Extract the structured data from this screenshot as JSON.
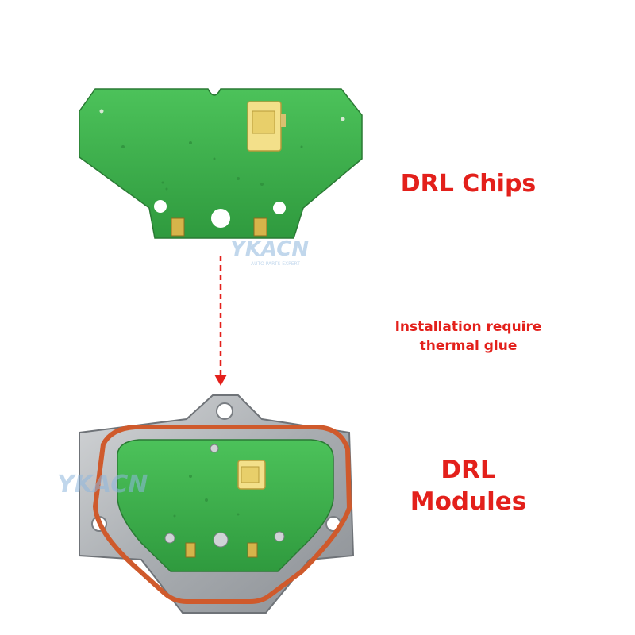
{
  "labels": {
    "drl_chips": "DRL Chips",
    "installation_note_line1": "Installation require",
    "installation_note_line2": "thermal glue",
    "drl_modules_line1": "DRL",
    "drl_modules_line2": "Modules"
  },
  "watermark": {
    "brand": "YKACN",
    "tagline": "AUTO PARTS EXPERT"
  },
  "colors": {
    "accent_red": "#e3201b",
    "pcb_green": "#3fae4a",
    "connector_yellow": "#f3e08a",
    "gasket_orange": "#cf5a2c",
    "housing_gray": "#b9bcbf"
  }
}
